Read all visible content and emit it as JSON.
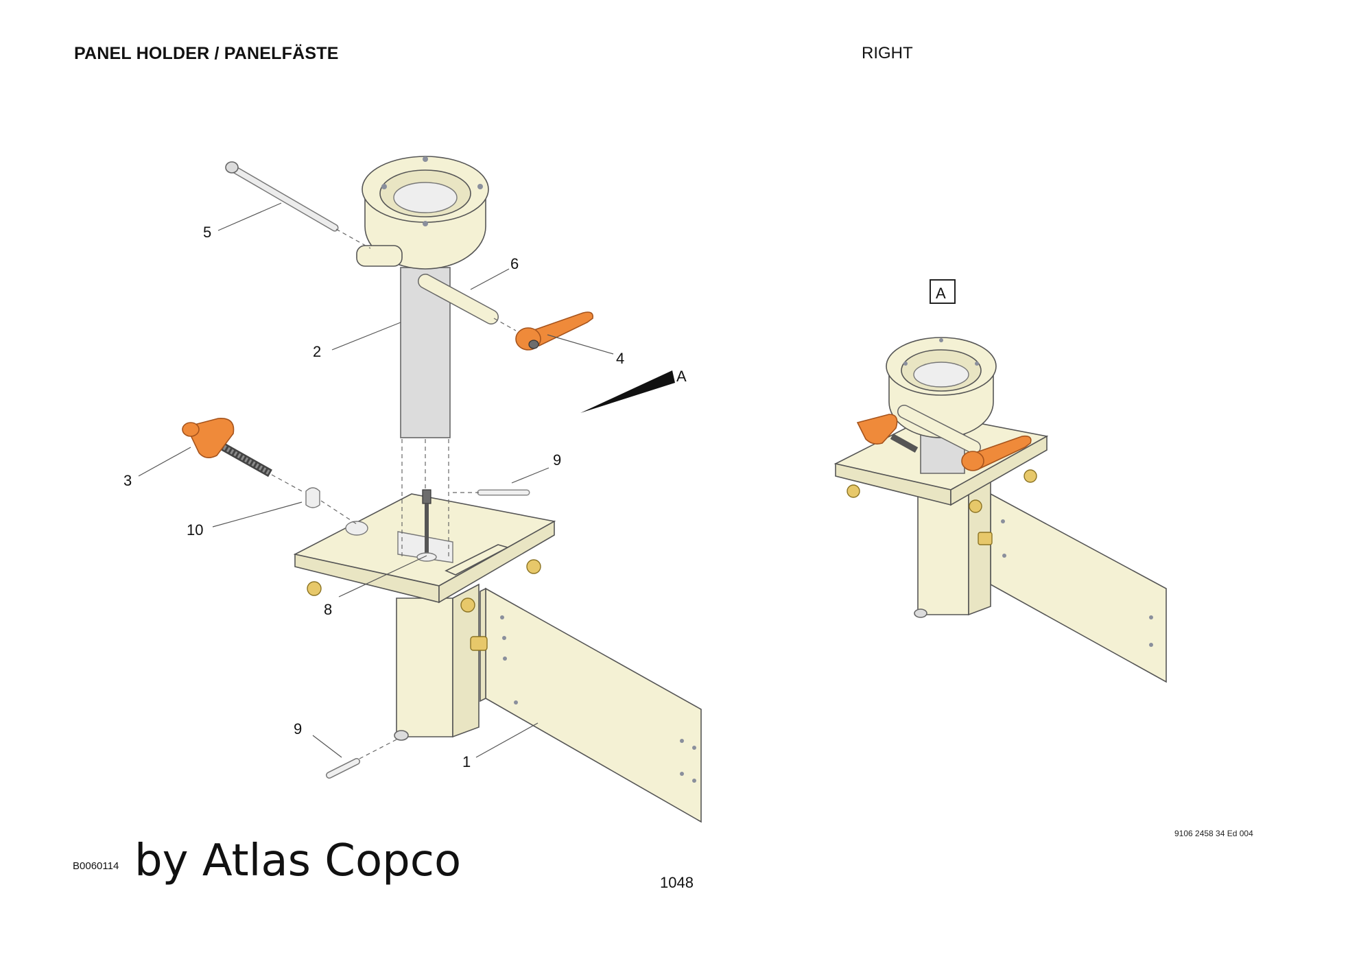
{
  "header": {
    "title": "PANEL HOLDER / PANELFÄSTE",
    "side": "RIGHT"
  },
  "diagram": {
    "callouts": [
      "1",
      "2",
      "3",
      "4",
      "5",
      "6",
      "8",
      "9",
      "9",
      "10"
    ],
    "view_arrow_label": "A",
    "view_box_label": "A"
  },
  "footer": {
    "drawing_code": "B0060114",
    "watermark": "by Atlas Copco",
    "page_number": "1048",
    "doc_ref": "9106 2458 34 Ed 004"
  },
  "colors": {
    "part_body": "#f4f1d4",
    "handle": "#ef8a3a",
    "fastener": "#e7c86a"
  }
}
